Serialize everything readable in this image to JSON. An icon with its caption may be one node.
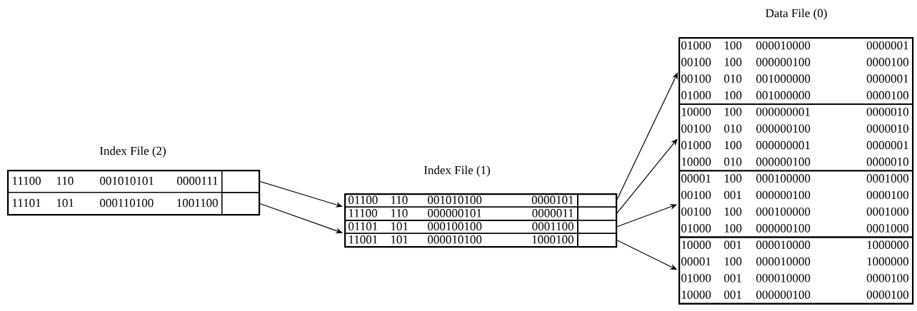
{
  "diagram": {
    "nodes": [
      {
        "text": [
          "Index File (2)"
        ]
      },
      {
        "text": [
          "11100",
          "110",
          "001010101",
          "0000111"
        ],
        "in": 0
      },
      {
        "text": [],
        "shape": "box",
        "in": 0
      },
      {
        "text": [
          "11101",
          "101",
          "000110100",
          "1001100"
        ],
        "in": 0
      },
      {
        "text": [],
        "shape": "box",
        "in": 0
      },
      {
        "text": [
          "Index File (1)"
        ]
      },
      {
        "text": [],
        "shape": "box",
        "in": 5
      },
      {
        "text": [
          "01100",
          "110",
          "001010100",
          "0000101"
        ],
        "in": 6
      },
      {
        "text": [
          "11100",
          "110",
          "000000101",
          "0000011"
        ],
        "in": 6
      },
      {
        "text": [],
        "shape": "box",
        "in": 5
      },
      {
        "text": [
          "01101",
          "101",
          "000100100",
          "0001100"
        ],
        "in": 9
      },
      {
        "text": [
          "11001",
          "101",
          "000010100",
          "1000100"
        ],
        "in": 9
      },
      {
        "text": [],
        "shape": "box",
        "in": 5
      },
      {
        "text": [],
        "shape": "box",
        "in": 5
      },
      {
        "text": [],
        "shape": "box",
        "in": 5
      },
      {
        "text": [],
        "shape": "box",
        "in": 5
      },
      {
        "text": [
          "Data File (0)"
        ]
      },
      {
        "text": [],
        "shape": "box",
        "in": 16
      },
      {
        "text": [
          "01000",
          "100",
          "000010000",
          "0000001"
        ],
        "in": 17
      },
      {
        "text": [
          "00100",
          "100",
          "000000100",
          "0000100"
        ],
        "in": 17
      },
      {
        "text": [
          "00100",
          "010",
          "001000000",
          "0000001"
        ],
        "in": 17
      },
      {
        "text": [
          "01000",
          "100",
          "001000000",
          "0000100"
        ],
        "in": 17
      },
      {
        "text": [],
        "shape": "box",
        "in": 16
      },
      {
        "text": [
          "10000",
          "100",
          "000000001",
          "0000010"
        ],
        "in": 22
      },
      {
        "text": [
          "00100",
          "010",
          "000000100",
          "0000010"
        ],
        "in": 22
      },
      {
        "text": [
          "01000",
          "100",
          "000000001",
          "0000001"
        ],
        "in": 22
      },
      {
        "text": [
          "10000",
          "010",
          "000000100",
          "0000010"
        ],
        "in": 22
      },
      {
        "text": [],
        "shape": "box",
        "in": 16
      },
      {
        "text": [
          "00001",
          "100",
          "000100000",
          "0001000"
        ],
        "in": 27
      },
      {
        "text": [
          "00100",
          "001",
          "000000100",
          "0000100"
        ],
        "in": 27
      },
      {
        "text": [
          "00100",
          "100",
          "000100000",
          "0001000"
        ],
        "in": 27
      },
      {
        "text": [
          "01000",
          "100",
          "000000100",
          "0001000"
        ],
        "in": 27
      },
      {
        "text": [],
        "shape": "box",
        "in": 16
      },
      {
        "text": [
          "10000",
          "001",
          "000010000",
          "1000000"
        ],
        "in": 32
      },
      {
        "text": [
          "00001",
          "100",
          "000010000",
          "1000000"
        ],
        "in": 32
      },
      {
        "text": [
          "01000",
          "001",
          "000010000",
          "0000100"
        ],
        "in": 32
      },
      {
        "text": [
          "10000",
          "001",
          "000000100",
          "0000100"
        ],
        "in": 32
      }
    ],
    "edges": [
      {
        "from": 2,
        "to": 6,
        "arrow": "to"
      },
      {
        "from": 4,
        "to": 9,
        "arrow": "to"
      },
      {
        "from": 12,
        "to": 17,
        "arrow": "to"
      },
      {
        "from": 13,
        "to": 22,
        "arrow": "to"
      },
      {
        "from": 14,
        "to": 27,
        "arrow": "to"
      },
      {
        "from": 15,
        "to": 32,
        "arrow": "to"
      }
    ]
  }
}
